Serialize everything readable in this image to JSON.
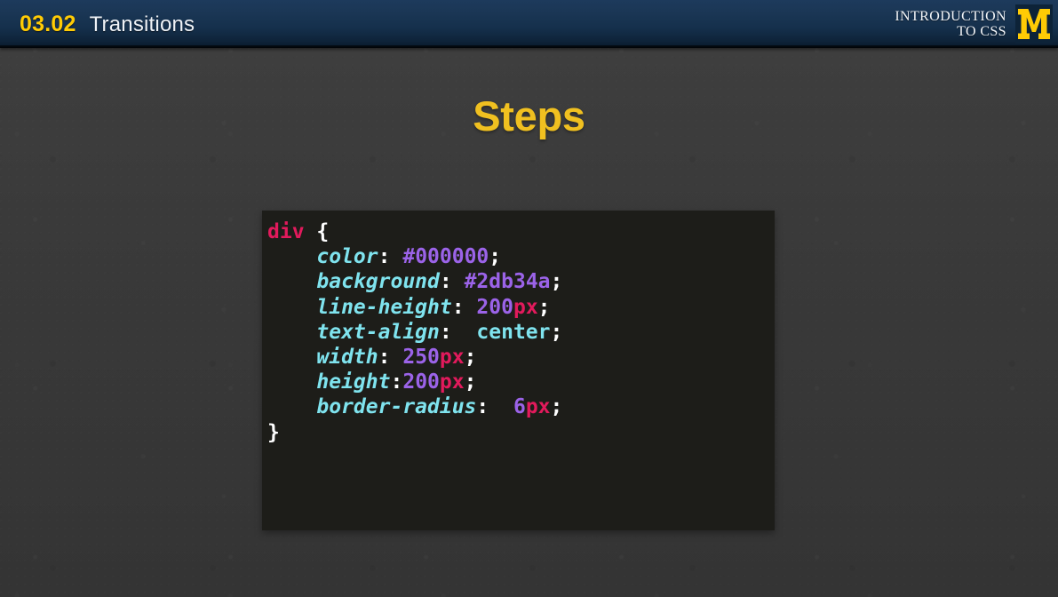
{
  "header": {
    "number": "03.02",
    "title": "Transitions",
    "course_line1": "INTRODUCTION",
    "course_line2": "TO CSS",
    "logo_name": "University of Michigan block M",
    "accent_color": "#ffcb05",
    "bar_color": "#15304c"
  },
  "slide": {
    "title": "Steps",
    "title_color": "#f0c020",
    "background_color": "#3b3b3b"
  },
  "code_block": {
    "background_color": "#1d1d19",
    "language": "css",
    "colors": {
      "selector": "#e21a5c",
      "property": "#7fe3ee",
      "value": "#9b63e8",
      "unit": "#e21a5c",
      "punctuation": "#ffffff"
    },
    "lines": [
      {
        "id": "line-selector-open",
        "tokens": [
          {
            "t": "div",
            "c": "tok-sel"
          },
          {
            "t": " ",
            "c": "tok-punct"
          },
          {
            "t": "{",
            "c": "tok-brace"
          }
        ]
      },
      {
        "id": "line-color",
        "tokens": [
          {
            "t": "    ",
            "c": "tok-punct"
          },
          {
            "t": "color",
            "c": "tok-prop"
          },
          {
            "t": ": ",
            "c": "tok-punct"
          },
          {
            "t": "#000000",
            "c": "tok-val"
          },
          {
            "t": ";",
            "c": "tok-punct"
          }
        ]
      },
      {
        "id": "line-background",
        "tokens": [
          {
            "t": "    ",
            "c": "tok-punct"
          },
          {
            "t": "background",
            "c": "tok-prop"
          },
          {
            "t": ": ",
            "c": "tok-punct"
          },
          {
            "t": "#2db34a",
            "c": "tok-val"
          },
          {
            "t": ";",
            "c": "tok-punct"
          }
        ]
      },
      {
        "id": "line-line-height",
        "tokens": [
          {
            "t": "    ",
            "c": "tok-punct"
          },
          {
            "t": "line-height",
            "c": "tok-prop"
          },
          {
            "t": ": ",
            "c": "tok-punct"
          },
          {
            "t": "200",
            "c": "tok-val"
          },
          {
            "t": "px",
            "c": "tok-unit"
          },
          {
            "t": ";",
            "c": "tok-punct"
          }
        ]
      },
      {
        "id": "line-text-align",
        "tokens": [
          {
            "t": "    ",
            "c": "tok-punct"
          },
          {
            "t": "text-align",
            "c": "tok-prop"
          },
          {
            "t": ":  ",
            "c": "tok-punct"
          },
          {
            "t": "center",
            "c": "tok-kw"
          },
          {
            "t": ";",
            "c": "tok-punct"
          }
        ]
      },
      {
        "id": "line-width",
        "tokens": [
          {
            "t": "    ",
            "c": "tok-punct"
          },
          {
            "t": "width",
            "c": "tok-prop"
          },
          {
            "t": ": ",
            "c": "tok-punct"
          },
          {
            "t": "250",
            "c": "tok-val"
          },
          {
            "t": "px",
            "c": "tok-unit"
          },
          {
            "t": ";",
            "c": "tok-punct"
          }
        ]
      },
      {
        "id": "line-height-prop",
        "tokens": [
          {
            "t": "    ",
            "c": "tok-punct"
          },
          {
            "t": "height",
            "c": "tok-prop"
          },
          {
            "t": ":",
            "c": "tok-punct"
          },
          {
            "t": "200",
            "c": "tok-val"
          },
          {
            "t": "px",
            "c": "tok-unit"
          },
          {
            "t": ";",
            "c": "tok-punct"
          }
        ]
      },
      {
        "id": "line-border-radius",
        "tokens": [
          {
            "t": "    ",
            "c": "tok-punct"
          },
          {
            "t": "border-radius",
            "c": "tok-prop"
          },
          {
            "t": ":  ",
            "c": "tok-punct"
          },
          {
            "t": "6",
            "c": "tok-val"
          },
          {
            "t": "px",
            "c": "tok-unit"
          },
          {
            "t": ";",
            "c": "tok-punct"
          }
        ]
      },
      {
        "id": "line-close",
        "tokens": [
          {
            "t": "}",
            "c": "tok-brace"
          }
        ]
      }
    ]
  }
}
